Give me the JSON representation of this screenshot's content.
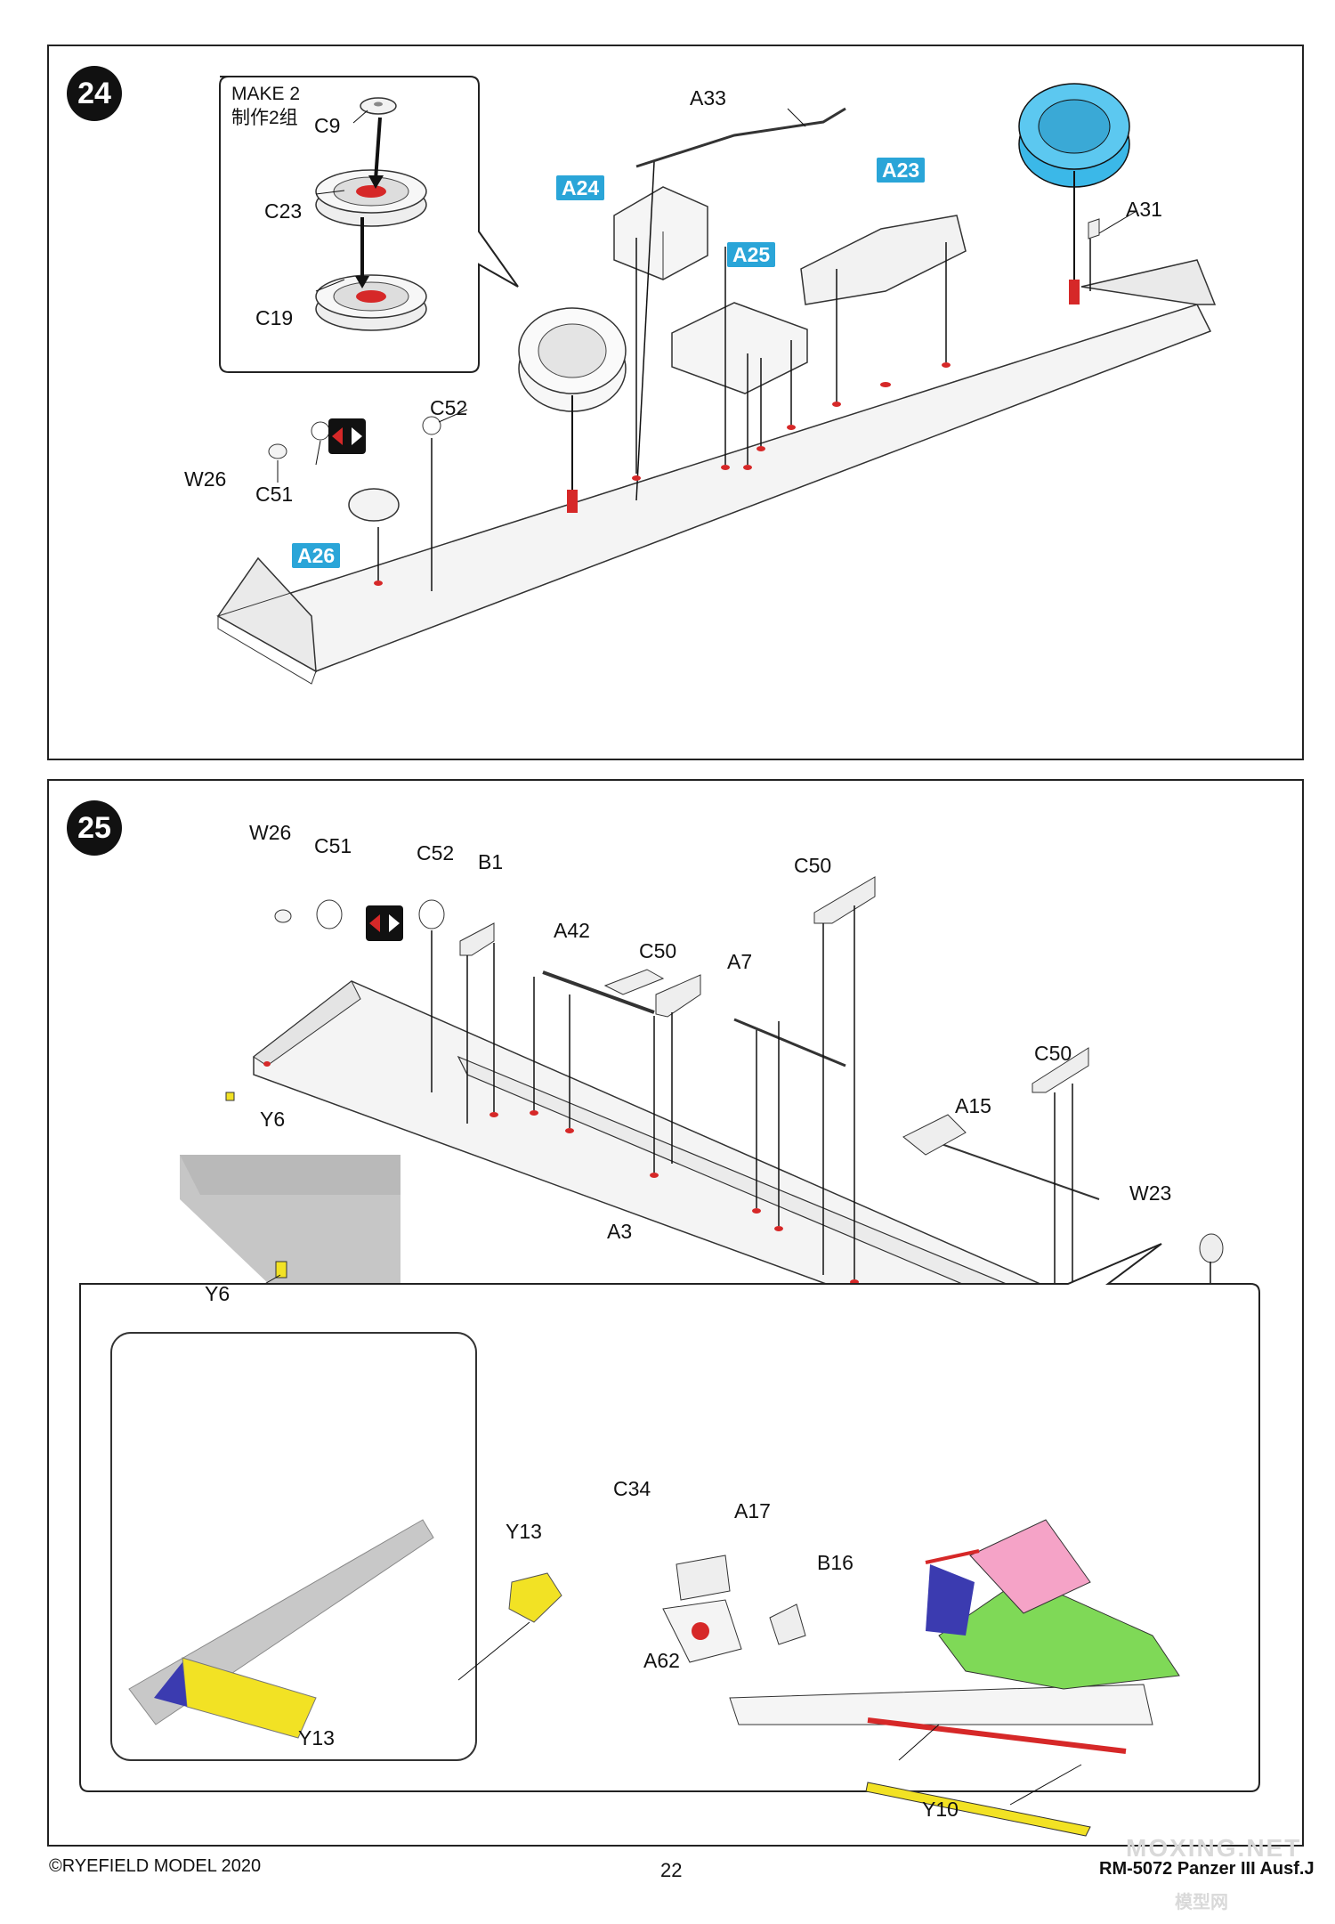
{
  "step24": {
    "number": "24",
    "make_en": "MAKE 2",
    "make_cn": "制作2组",
    "labels": {
      "c9": "C9",
      "c23": "C23",
      "c19": "C19",
      "a33": "A33",
      "a31": "A31",
      "c52": "C52",
      "w26": "W26",
      "c51": "C51"
    },
    "highlight_labels": {
      "a24": "A24",
      "a23": "A23",
      "a25": "A25",
      "a26": "A26"
    }
  },
  "step25": {
    "number": "25",
    "labels": {
      "w26": "W26",
      "c51": "C51",
      "c52": "C52",
      "b1": "B1",
      "c50a": "C50",
      "a42": "A42",
      "c50b": "C50",
      "a7": "A7",
      "c50c": "C50",
      "a15": "A15",
      "w23": "W23",
      "y6a": "Y6",
      "y6b": "Y6",
      "a3": "A3",
      "c34": "C34",
      "a17": "A17",
      "y13a": "Y13",
      "b16": "B16",
      "a62": "A62",
      "y13b": "Y13",
      "y10": "Y10"
    }
  },
  "footer": {
    "copyright": "©RYEFIELD MODEL 2020",
    "page": "22",
    "product": "RM-5072 Panzer III Ausf.J"
  },
  "watermark": {
    "main": "MOXING.NET",
    "sub": "模型网"
  },
  "colors": {
    "highlight": "#2aa5d8",
    "glue": "#d62828",
    "yellow": "#f2e224",
    "green": "#7fd957",
    "pink": "#f5a3c7"
  },
  "icons": [
    "flip-arrows-icon"
  ]
}
